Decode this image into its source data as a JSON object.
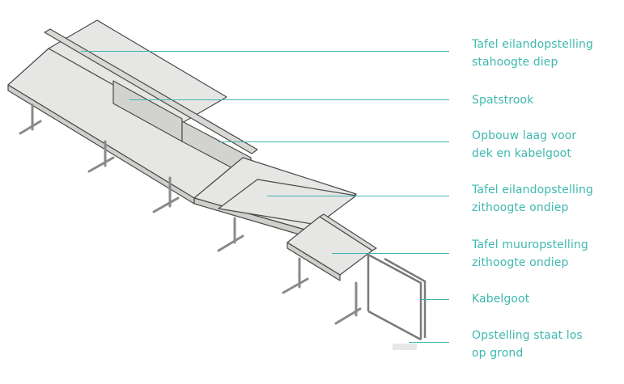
{
  "colors": {
    "accent": "#3fb8b0",
    "surface": "#e6e6e4",
    "edge": "#4a4a4a",
    "frame": "#8a8a8a"
  },
  "callouts": [
    {
      "line1": "Tafel eilandopstelling",
      "line2": "stahoogte diep"
    },
    {
      "line1": "Spatstrook",
      "line2": ""
    },
    {
      "line1": "Opbouw laag voor",
      "line2": "dek en kabelgoot"
    },
    {
      "line1": "Tafel eilandopstelling",
      "line2": "zithoogte ondiep"
    },
    {
      "line1": "Tafel muuropstelling",
      "line2": "zithoogte ondiep"
    },
    {
      "line1": "Kabelgoot",
      "line2": ""
    },
    {
      "line1": "Opstelling staat los",
      "line2": "op grond"
    }
  ]
}
